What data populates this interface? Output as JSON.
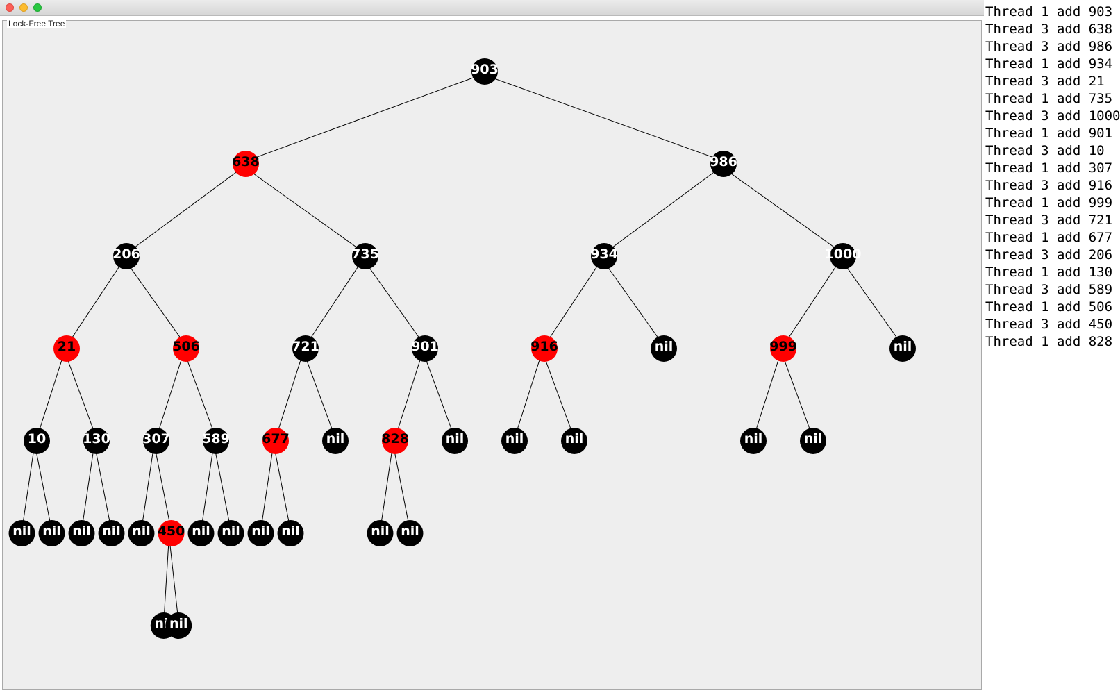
{
  "window": {
    "buttons": [
      "close",
      "minimize",
      "maximize"
    ]
  },
  "tree_panel": {
    "title": "Lock-Free Tree",
    "colors": {
      "background": "#eeeeee",
      "red_node": "#ff0000",
      "black_node": "#000000",
      "edge": "#000000"
    },
    "nodes": [
      {
        "id": "n903",
        "label": "903",
        "color": "black",
        "depth": 0
      },
      {
        "id": "n638",
        "label": "638",
        "color": "red",
        "depth": 1,
        "parent": "n903"
      },
      {
        "id": "n986",
        "label": "986",
        "color": "black",
        "depth": 1,
        "parent": "n903"
      },
      {
        "id": "n206",
        "label": "206",
        "color": "black",
        "depth": 2,
        "parent": "n638"
      },
      {
        "id": "n735",
        "label": "735",
        "color": "black",
        "depth": 2,
        "parent": "n638"
      },
      {
        "id": "n934",
        "label": "934",
        "color": "black",
        "depth": 2,
        "parent": "n986"
      },
      {
        "id": "n1000",
        "label": "1000",
        "color": "black",
        "depth": 2,
        "parent": "n986"
      },
      {
        "id": "n21",
        "label": "21",
        "color": "red",
        "depth": 3,
        "parent": "n206"
      },
      {
        "id": "n506",
        "label": "506",
        "color": "red",
        "depth": 3,
        "parent": "n206"
      },
      {
        "id": "n721",
        "label": "721",
        "color": "black",
        "depth": 3,
        "parent": "n735"
      },
      {
        "id": "n901",
        "label": "901",
        "color": "black",
        "depth": 3,
        "parent": "n735"
      },
      {
        "id": "n916",
        "label": "916",
        "color": "red",
        "depth": 3,
        "parent": "n934"
      },
      {
        "id": "nil934r",
        "label": "nil",
        "color": "black",
        "depth": 3,
        "parent": "n934"
      },
      {
        "id": "n999",
        "label": "999",
        "color": "red",
        "depth": 3,
        "parent": "n1000"
      },
      {
        "id": "nil1000r",
        "label": "nil",
        "color": "black",
        "depth": 3,
        "parent": "n1000"
      },
      {
        "id": "n10",
        "label": "10",
        "color": "black",
        "depth": 4,
        "parent": "n21"
      },
      {
        "id": "n130",
        "label": "130",
        "color": "black",
        "depth": 4,
        "parent": "n21"
      },
      {
        "id": "n307",
        "label": "307",
        "color": "black",
        "depth": 4,
        "parent": "n506"
      },
      {
        "id": "n589",
        "label": "589",
        "color": "black",
        "depth": 4,
        "parent": "n506"
      },
      {
        "id": "n677",
        "label": "677",
        "color": "red",
        "depth": 4,
        "parent": "n721"
      },
      {
        "id": "nil721r",
        "label": "nil",
        "color": "black",
        "depth": 4,
        "parent": "n721"
      },
      {
        "id": "n828",
        "label": "828",
        "color": "red",
        "depth": 4,
        "parent": "n901"
      },
      {
        "id": "nil901r",
        "label": "nil",
        "color": "black",
        "depth": 4,
        "parent": "n901"
      },
      {
        "id": "nil916l",
        "label": "nil",
        "color": "black",
        "depth": 4,
        "parent": "n916"
      },
      {
        "id": "nil916r",
        "label": "nil",
        "color": "black",
        "depth": 4,
        "parent": "n916"
      },
      {
        "id": "nil999l",
        "label": "nil",
        "color": "black",
        "depth": 4,
        "parent": "n999"
      },
      {
        "id": "nil999r",
        "label": "nil",
        "color": "black",
        "depth": 4,
        "parent": "n999"
      },
      {
        "id": "nil10l",
        "label": "nil",
        "color": "black",
        "depth": 5,
        "parent": "n10"
      },
      {
        "id": "nil10r",
        "label": "nil",
        "color": "black",
        "depth": 5,
        "parent": "n10"
      },
      {
        "id": "nil130l",
        "label": "nil",
        "color": "black",
        "depth": 5,
        "parent": "n130"
      },
      {
        "id": "nil130r",
        "label": "nil",
        "color": "black",
        "depth": 5,
        "parent": "n130"
      },
      {
        "id": "nil307l",
        "label": "nil",
        "color": "black",
        "depth": 5,
        "parent": "n307"
      },
      {
        "id": "n450",
        "label": "450",
        "color": "red",
        "depth": 5,
        "parent": "n307"
      },
      {
        "id": "nil589l",
        "label": "nil",
        "color": "black",
        "depth": 5,
        "parent": "n589"
      },
      {
        "id": "nil589r",
        "label": "nil",
        "color": "black",
        "depth": 5,
        "parent": "n589"
      },
      {
        "id": "nil677l",
        "label": "nil",
        "color": "black",
        "depth": 5,
        "parent": "n677"
      },
      {
        "id": "nil677r",
        "label": "nil",
        "color": "black",
        "depth": 5,
        "parent": "n677"
      },
      {
        "id": "nil828l",
        "label": "nil",
        "color": "black",
        "depth": 5,
        "parent": "n828"
      },
      {
        "id": "nil828r",
        "label": "nil",
        "color": "black",
        "depth": 5,
        "parent": "n828"
      },
      {
        "id": "nil450l",
        "label": "nil",
        "color": "black",
        "depth": 6,
        "parent": "n450"
      },
      {
        "id": "nil450r",
        "label": "nil",
        "color": "black",
        "depth": 6,
        "parent": "n450"
      }
    ]
  },
  "log": {
    "lines": [
      "Thread 1 add 903",
      "Thread 3 add 638",
      "Thread 3 add 986",
      "Thread 1 add 934",
      "Thread 3 add 21",
      "Thread 1 add 735",
      "Thread 3 add 1000",
      "Thread 1 add 901",
      "Thread 3 add 10",
      "Thread 1 add 307",
      "Thread 3 add 916",
      "Thread 1 add 999",
      "Thread 3 add 721",
      "Thread 1 add 677",
      "Thread 3 add 206",
      "Thread 1 add 130",
      "Thread 3 add 589",
      "Thread 1 add 506",
      "Thread 3 add 450",
      "Thread 1 add 828"
    ]
  }
}
